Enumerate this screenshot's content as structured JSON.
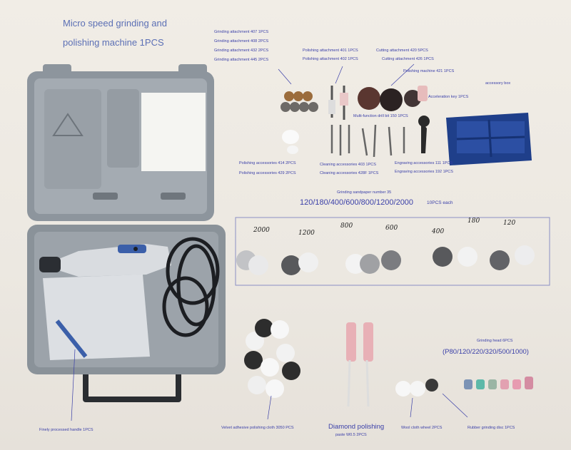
{
  "title": {
    "line1": "Micro speed grinding and",
    "line2": "polishing machine 1PCS"
  },
  "labels": {
    "grinding_407": "Grinding attachment 407 1PCS",
    "grinding_408": "Grinding attachment 408 2PCS",
    "grinding_432": "Grinding attachment 432 2PCS",
    "grinding_445": "Grinding attachment 445 2PCS",
    "polishing_401": "Polishing attachment 401 1PCS",
    "polishing_402": "Polishing attachment 402 1PCS",
    "cutting_420": "Cutting attachment 420 5PCS",
    "cutting_426": "Cutting attachment 426 1PCS",
    "polishing_machine_421": "Polishing machine 421 1PCS",
    "accessory_box": "accessory box",
    "multi_function_drill": "Multi-function drill bit 150 1PCS",
    "acceleration_key": "Acceleration key 1PCS",
    "polishing_414": "Polishing accessories 414 2PCS",
    "polishing_429": "Polishing accessories 429 2PCS",
    "cleaning_403": "Cleaning accessories 403 1PCS",
    "cleaning_428": "Cleaning accessories 428F 1PCS",
    "engraving_111": "Engraving accessories 111 1PCS",
    "engraving_192": "Engraving accessories 192 1PCS",
    "sanding_small": "Grinding sandpaper number 35",
    "grit_list": "120/180/400/600/800/1200/2000",
    "grit_each": "10PCS each",
    "grinding_head": "Grinding head 6PCS",
    "grinding_head_grits": "(P80/120/220/320/500/1000)",
    "handle": "Finely processed handle 1PCS",
    "velvet": "Velvet adhesive polishing cloth 3050 PCS",
    "diamond1": "Diamond polishing",
    "diamond2": "paste W0.5 2PCS",
    "wool": "Wool cloth wheel 2PCS",
    "rubber": "Rubber grinding disc 1PCS"
  },
  "handwritten_grits": [
    "2000",
    "1200",
    "800",
    "600",
    "400",
    "180",
    "120"
  ],
  "colors": {
    "label_blue": "#3a3fa8",
    "case_grey": "#8e969e",
    "accessory_box_blue": "#1f3f8a"
  }
}
